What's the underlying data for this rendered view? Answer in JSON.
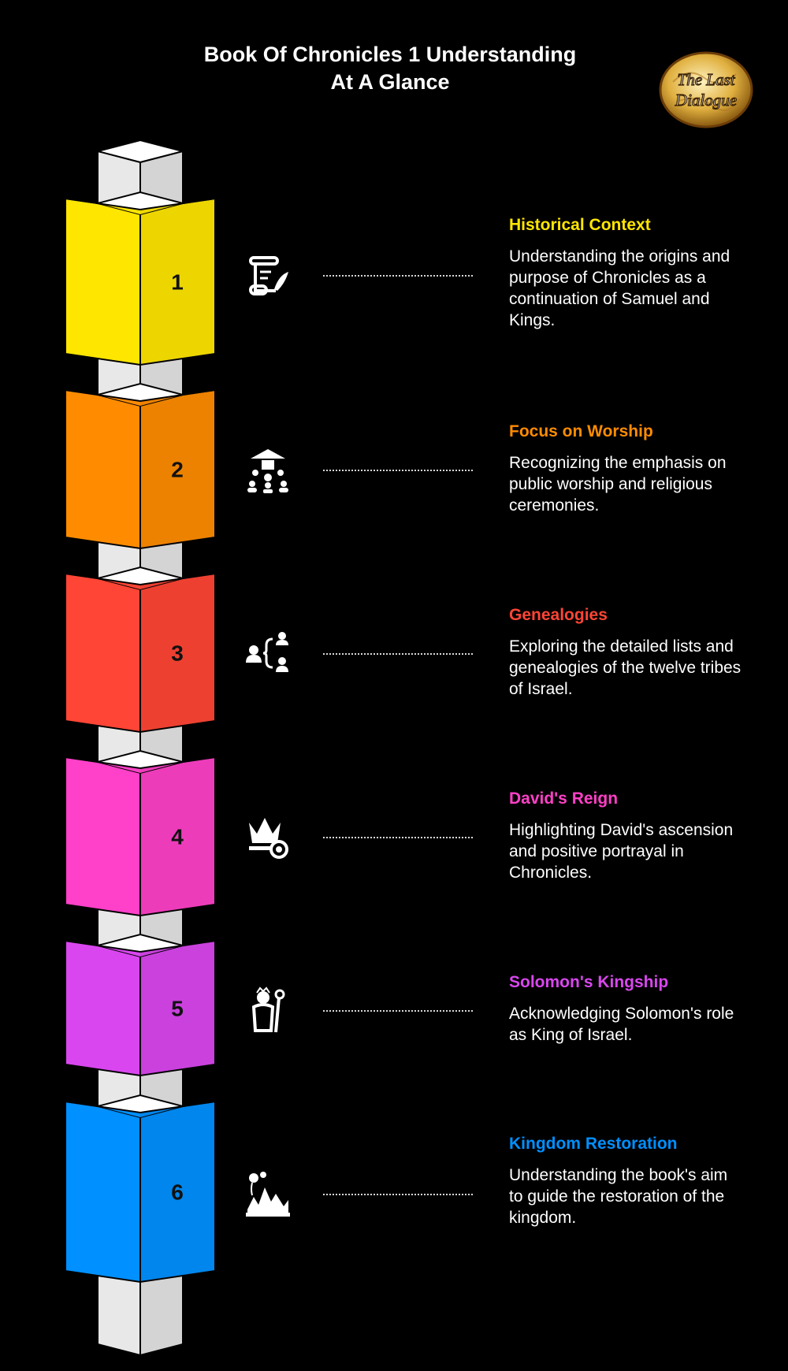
{
  "header": {
    "title_line1": "Book Of Chronicles 1 Understanding",
    "title_line2": "At A Glance",
    "logo_text_line1": "The Last",
    "logo_text_line2": "Dialogue"
  },
  "steps": [
    {
      "number": "1",
      "title": "Historical Context",
      "description": "Understanding the origins and purpose of Chronicles as a continuation of Samuel and Kings.",
      "color": "#FFE600",
      "icon": "scroll-quill-icon"
    },
    {
      "number": "2",
      "title": "Focus on Worship",
      "description": "Recognizing the emphasis on public worship and religious ceremonies.",
      "color": "#FF8C00",
      "icon": "worship-gathering-icon"
    },
    {
      "number": "3",
      "title": "Genealogies",
      "description": "Exploring the detailed lists and genealogies of the twelve tribes of Israel.",
      "color": "#FF4535",
      "icon": "family-tree-icon"
    },
    {
      "number": "4",
      "title": "David's Reign",
      "description": "Highlighting David's ascension and positive portrayal in Chronicles.",
      "color": "#FF40C8",
      "icon": "crown-icon"
    },
    {
      "number": "5",
      "title": "Solomon's Kingship",
      "description": "Acknowledging Solomon's role as King of Israel.",
      "color": "#D946EF",
      "icon": "king-staff-icon"
    },
    {
      "number": "6",
      "title": "Kingdom Restoration",
      "description": "Understanding the book's aim to guide the restoration of the kingdom.",
      "color": "#0090FF",
      "icon": "restored-city-icon"
    }
  ]
}
